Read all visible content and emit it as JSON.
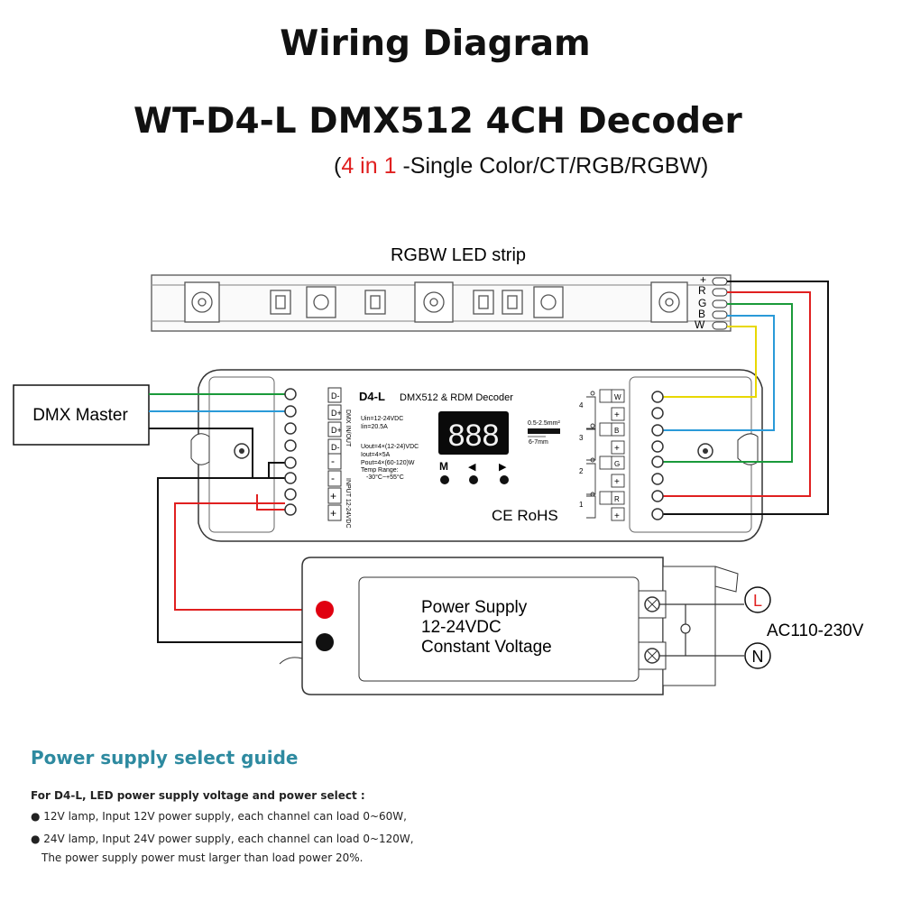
{
  "header": {
    "title": "Wiring Diagram",
    "subtitle": "WT-D4-L DMX512 4CH Decoder",
    "tagline_open": "(",
    "tagline_highlight": "4 in 1",
    "tagline_rest": " -Single Color/CT/RGB/RGBW)"
  },
  "colors": {
    "accent_red": "#e02020",
    "wire_green": "#1a9a3a",
    "wire_blue": "#2a9ad8",
    "wire_yellow": "#e8d800",
    "wire_red": "#e02020",
    "wire_black": "#111111",
    "guide_heading": "#2e8aa0"
  },
  "strip": {
    "label": "RGBW LED strip",
    "pins": [
      "+",
      "R",
      "G",
      "B",
      "W"
    ]
  },
  "dmx_master": {
    "label": "DMX Master"
  },
  "decoder": {
    "model": "D4-L",
    "name": "DMX512 & RDM Decoder",
    "display": "888",
    "spec_in": [
      "Uin=12-24VDC",
      "Iin=20.5A"
    ],
    "spec_out": [
      "Uout=4×(12-24)VDC",
      "Iout=4×5A",
      "Pout=4×(60-120)W",
      "Temp Range:",
      "-30°C~+55°C"
    ],
    "dmx_label": "DMX IN/OUT",
    "input_label": "INPUT 12-24VDC",
    "dmx_terminals": [
      "D-",
      "D+",
      "D+",
      "D-"
    ],
    "input_terminals": [
      "-",
      "-",
      "+",
      "+"
    ],
    "buttons": [
      "M",
      "◀",
      "▶"
    ],
    "wire_gauge": [
      "0.5-2.5mm²",
      "6-7mm"
    ],
    "channel_numbers": [
      "4",
      "3",
      "2",
      "1"
    ],
    "channel_labels": [
      "W",
      "B",
      "G",
      "R"
    ],
    "plus_label": "+",
    "marks": "CE RoHS"
  },
  "power_supply": {
    "lines": [
      "Power Supply",
      "12-24VDC",
      "Constant Voltage"
    ],
    "L": "L",
    "N": "N",
    "ac": "AC110-230V"
  },
  "guide": {
    "title": "Power supply select guide",
    "intro": "For D4-L, LED power supply voltage and power select :",
    "line1": "● 12V lamp, Input 12V power supply, each channel can load 0~60W,",
    "line2": "● 24V lamp, Input 24V power supply, each channel can load 0~120W,",
    "line3": "The power supply power must larger than load power 20%."
  }
}
